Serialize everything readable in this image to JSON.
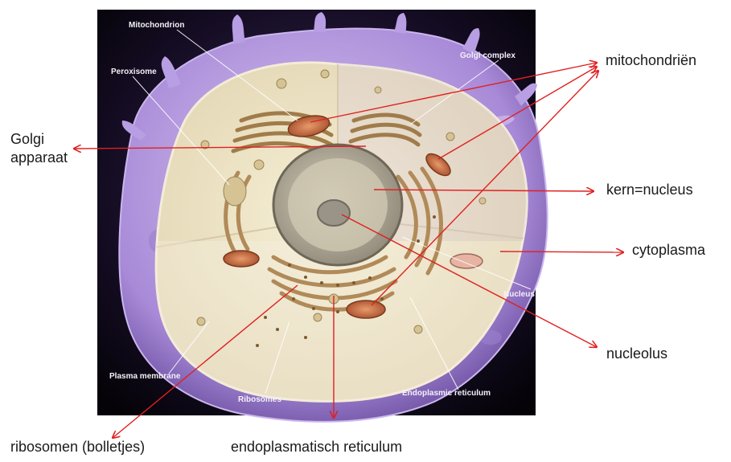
{
  "diagram": {
    "colors": {
      "arrow": "#e02020",
      "panel": "#000000",
      "membrane": "#a88ad8",
      "cytoplasm": "#efe7c6",
      "nucleus": "#b8b1a0"
    },
    "inner_labels": {
      "mitochondrion": "Mitochondrion",
      "peroxisome": "Peroxisome",
      "golgi_complex": "Golgi complex",
      "nucleus": "Nucleus",
      "plasma_membrane": "Plasma membrane",
      "ribosomes": "Ribosomes",
      "endoplasmic_reticulum": "Endoplasmic reticulum"
    },
    "annotations": {
      "golgi_line1": "Golgi",
      "golgi_line2": "apparaat",
      "mitochondria": "mitochondriën",
      "nucleus": "kern=nucleus",
      "cytoplasm": "cytoplasma",
      "nucleolus": "nucleolus",
      "ribosomes": "ribosomen (bolletjes)",
      "er": "endoplasmatisch reticulum"
    }
  }
}
